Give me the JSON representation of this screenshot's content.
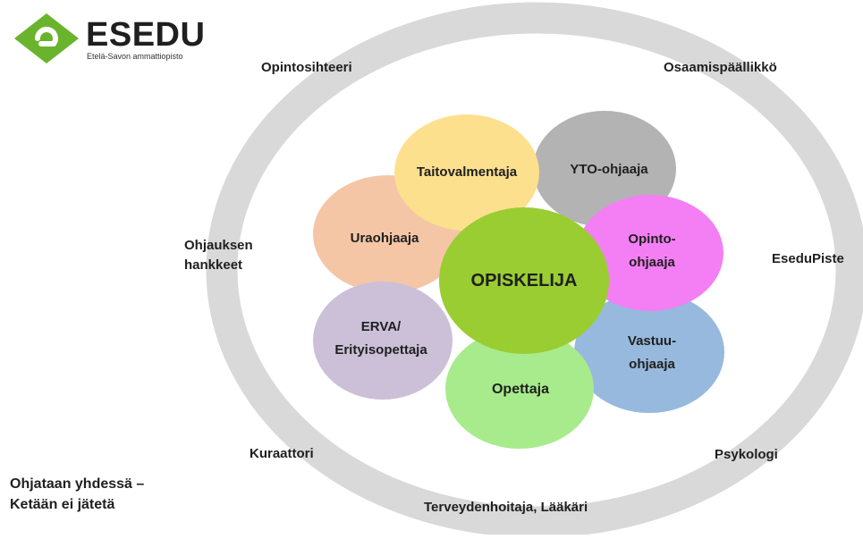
{
  "logo": {
    "name": "ESEDU",
    "subtitle": "Etelä-Savon ammattiopisto",
    "icon": "esedu-logo-icon",
    "color": "#6ab42d"
  },
  "outer_ring": {
    "color": "#d9d9d9",
    "labels": {
      "top_left": "Opintosihteeri",
      "top_right": "Osaamispäällikkö",
      "left_line1": "Ohjauksen",
      "left_line2": "hankkeet",
      "right": "EseduPiste",
      "bottom_left": "Kuraattori",
      "bottom_right": "Psykologi",
      "bottom": "Terveydenhoitaja, Lääkäri"
    }
  },
  "center": {
    "label": "OPISKELIJA",
    "color": "#9acd32"
  },
  "petals": [
    {
      "id": "taitovalmentaja",
      "lines": [
        "Taitovalmentaja"
      ],
      "color": "#fde08e"
    },
    {
      "id": "yto",
      "lines": [
        "YTO-ohjaaja"
      ],
      "color": "#b3b3b3"
    },
    {
      "id": "uraohjaaja",
      "lines": [
        "Uraohjaaja"
      ],
      "color": "#f4c6a6"
    },
    {
      "id": "opinto-ohjaaja",
      "lines": [
        "Opinto-",
        "ohjaaja"
      ],
      "color": "#f47ff4"
    },
    {
      "id": "erva",
      "lines": [
        "ERVA/",
        "Erityisopettaja"
      ],
      "color": "#cbc0d8"
    },
    {
      "id": "vastuuohjaaja",
      "lines": [
        "Vastuu-",
        "ohjaaja"
      ],
      "color": "#97b9de"
    },
    {
      "id": "opettaja",
      "lines": [
        "Opettaja"
      ],
      "color": "#a8eb8c"
    }
  ],
  "footer": {
    "line1": "Ohjataan yhdessä –",
    "line2": "Ketään ei jätetä"
  }
}
